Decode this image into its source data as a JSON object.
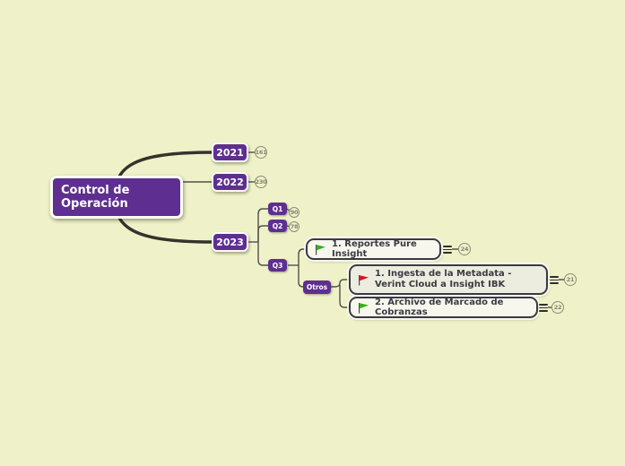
{
  "colors": {
    "background": "#eff2c8",
    "node_purple": "#5e2f90",
    "connector_gray": "#52514a",
    "trunk_dark": "#34332c",
    "task_border": "#3a3a40",
    "flag_green": "#2eb410",
    "flag_red": "#e30b1d",
    "badge_gray": "#8c8b7a"
  },
  "root": {
    "label": "Control de Operación"
  },
  "years": [
    {
      "label": "2021",
      "badge": "161"
    },
    {
      "label": "2022",
      "badge": "230"
    },
    {
      "label": "2023"
    }
  ],
  "quarters": [
    {
      "label": "Q1",
      "badge": "90"
    },
    {
      "label": "Q2",
      "badge": "78"
    },
    {
      "label": "Q3"
    }
  ],
  "otros": {
    "label": "Otros"
  },
  "tasks": [
    {
      "label": "1. Reportes Pure Insight",
      "flag": "green-flag-icon",
      "flag_color": "#2eb410",
      "badge": "24"
    },
    {
      "label": "1. Ingesta de la Metadata - Verint Cloud a Insight IBK",
      "flag": "red-flag-icon",
      "flag_color": "#e30b1d",
      "badge": "21"
    },
    {
      "label": "2. Archivo de Marcado de Cobranzas",
      "flag": "green-flag-icon",
      "flag_color": "#2eb410",
      "badge": "22"
    }
  ]
}
